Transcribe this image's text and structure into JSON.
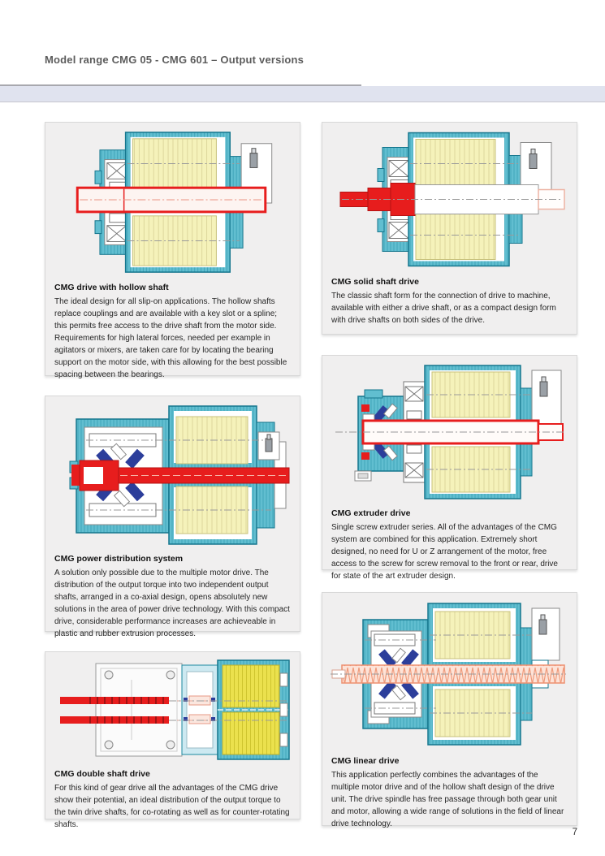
{
  "header": {
    "title": "Model range CMG 05 - CMG 601 – Output versions",
    "page_number": "7"
  },
  "colors": {
    "accent_band": "#e0e3ef",
    "panel_background": "#f0efef",
    "panel_border": "#d8d8d8",
    "housing_teal": "#61bed0",
    "housing_teal_dark": "#15768d",
    "winding_yellow_pale": "#f5f2ba",
    "winding_yellow_bright": "#ebe14d",
    "shaft_red": "#e71d1d",
    "gear_blue": "#2c3e9b",
    "spindle_salmon": "#ef9b7c",
    "title_gray": "#5c5c5c"
  },
  "panels": [
    {
      "heading": "CMG drive with hollow shaft",
      "body": "The ideal design for all slip-on applications. The hollow shafts replace couplings and are available with a key slot or a spline; this permits free access to the drive shaft from the motor side. Requirements for high lateral forces, needed per example in agitators or mixers, are taken care for by locating the bearing support on the motor side, with this allowing for the best possible spacing between the bearings."
    },
    {
      "heading": "CMG solid shaft drive",
      "body": "The classic shaft form for the connection of drive to machine, available with either a drive shaft, or as a compact design form with drive shafts on both sides of the drive."
    },
    {
      "heading": "CMG power distribution system",
      "body": "A solution only possible due to the multiple motor drive. The distribution of the output torque into two independent output shafts, arranged in a co-axial design, opens absolutely new solutions in the area of power drive technology. With this compact drive, considerable performance increases are achieveable in plastic and rubber extrusion processes."
    },
    {
      "heading": "CMG extruder drive",
      "body": "Single screw extruder series. All of the advantages of the CMG system are combined for this application. Extremely short designed, no need for U or Z arrangement of the motor, free access to the screw for screw removal to the front or rear, drive for state of the art extruder design."
    },
    {
      "heading": "CMG double shaft drive",
      "body": "For this kind of gear drive all the advantages of the CMG drive show their potential, an ideal distribution of the output torque to the twin drive shafts, for co-rotating as well as for counter-rotating shafts."
    },
    {
      "heading": "CMG linear drive",
      "body": "This application perfectly combines the advantages of the multiple motor drive and of the hollow shaft design of the drive unit. The drive spindle has free passage through both gear unit and motor, allowing a wide range of solutions in the field of linear drive technology."
    }
  ]
}
